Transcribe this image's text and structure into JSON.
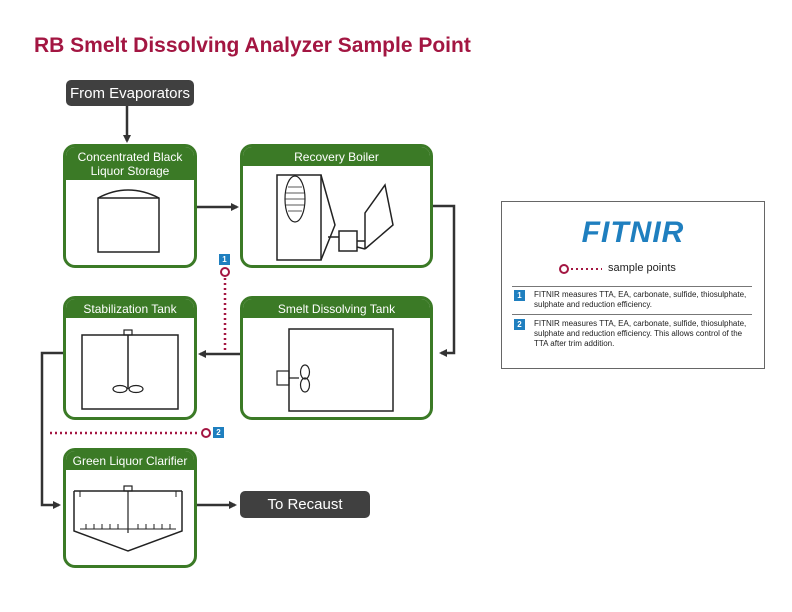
{
  "title": "RB Smelt Dissolving Analyzer Sample Point",
  "inputs": {
    "from_evaporators": "From Evaporators",
    "to_recaust": "To Recaust"
  },
  "boxes": {
    "black_liquor": "Concentrated Black Liquor Storage",
    "recovery_boiler": "Recovery Boiler",
    "stabilization_tank": "Stabilization Tank",
    "smelt_dissolving_tank": "Smelt Dissolving Tank",
    "green_liquor_clarifier": "Green Liquor Clarifier"
  },
  "sample_points": {
    "p1": "1",
    "p2": "2"
  },
  "legend": {
    "logo": "FITNIR",
    "sample_label": "sample points",
    "items": [
      {
        "num": "1",
        "text": "FITNIR measures TTA, EA, carbonate, sulfide, thiosulphate, sulphate and reduction efficiency."
      },
      {
        "num": "2",
        "text": "FITNIR measures TTA, EA, carbonate, sulfide, thiosulphate, sulphate and reduction efficiency. This allows control of the TTA after trim addition."
      }
    ]
  },
  "colors": {
    "title": "#a31642",
    "box": "#3b7a26",
    "pill": "#404040",
    "sample": "#a31642",
    "badge": "#1f7fbf"
  }
}
